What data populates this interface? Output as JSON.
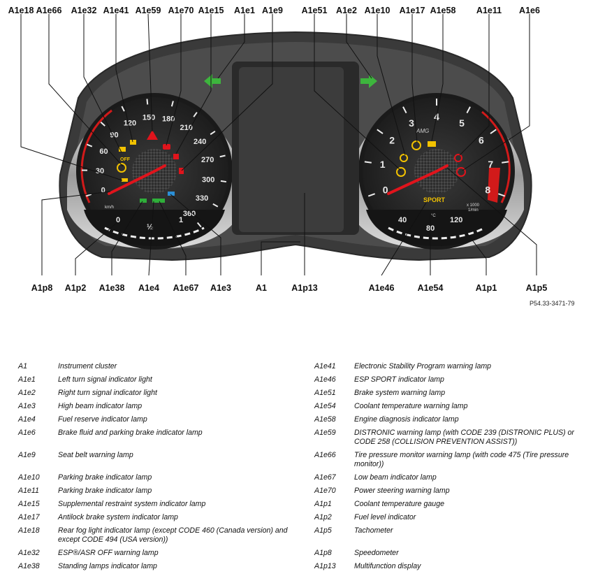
{
  "figure_ref": "P54.33-3471-79",
  "gauges": {
    "speedometer_ticks": [
      "0",
      "30",
      "60",
      "90",
      "120",
      "150",
      "180",
      "210",
      "240",
      "270",
      "300",
      "330",
      "360"
    ],
    "speed_unit": "km/h",
    "tachometer_ticks": [
      "0",
      "1",
      "2",
      "3",
      "4",
      "5",
      "6",
      "7",
      "8"
    ],
    "tacho_unit_line1": "x 1000",
    "tacho_unit_line2": "1/min",
    "amg_badge": "AMG",
    "fuel_gauge": {
      "empty": "0",
      "half": "½",
      "full": "1"
    },
    "coolant_gauge": {
      "low": "40",
      "mid": "80",
      "high": "120",
      "unit": "°C"
    },
    "sport_indicator": "SPORT",
    "esp_off_indicator": "OFF"
  },
  "callouts_top": [
    "A1e18",
    "A1e66",
    "A1e32",
    "A1e41",
    "A1e59",
    "A1e70",
    "A1e15",
    "A1e1",
    "A1e9",
    "A1e51",
    "A1e2",
    "A1e10",
    "A1e17",
    "A1e58",
    "A1e11",
    "A1e6"
  ],
  "callouts_bottom": [
    "A1p8",
    "A1p2",
    "A1e38",
    "A1e4",
    "A1e67",
    "A1e3",
    "A1",
    "A1p13",
    "A1e46",
    "A1e54",
    "A1p1",
    "A1p5"
  ],
  "legend_left": [
    {
      "code": "A1",
      "desc": "Instrument cluster"
    },
    {
      "code": "A1e1",
      "desc": "Left turn signal indicator light"
    },
    {
      "code": "A1e2",
      "desc": "Right turn signal indicator light"
    },
    {
      "code": "A1e3",
      "desc": "High beam indicator lamp"
    },
    {
      "code": "A1e4",
      "desc": "Fuel reserve indicator lamp"
    },
    {
      "code": "A1e6",
      "desc": "Brake fluid and parking brake indicator lamp"
    },
    {
      "code": "A1e9",
      "desc": "Seat belt warning lamp"
    },
    {
      "code": "A1e10",
      "desc": "Parking brake indicator lamp"
    },
    {
      "code": "A1e11",
      "desc": "Parking brake indicator lamp"
    },
    {
      "code": "A1e15",
      "desc": "Supplemental restraint system indicator lamp"
    },
    {
      "code": "A1e17",
      "desc": "Antilock brake system indicator lamp"
    },
    {
      "code": "A1e18",
      "desc": "Rear fog light indicator lamp (except CODE 460 (Canada version) and except CODE 494 (USA version))"
    },
    {
      "code": "A1e32",
      "desc": "ESP®/ASR OFF warning lamp"
    },
    {
      "code": "A1e38",
      "desc": "Standing lamps indicator lamp"
    }
  ],
  "legend_right": [
    {
      "code": "A1e41",
      "desc": "Electronic Stability Program warning lamp"
    },
    {
      "code": "A1e46",
      "desc": "ESP SPORT indicator lamp"
    },
    {
      "code": "A1e51",
      "desc": "Brake system warning lamp"
    },
    {
      "code": "A1e54",
      "desc": "Coolant temperature warning lamp"
    },
    {
      "code": "A1e58",
      "desc": "Engine diagnosis indicator lamp"
    },
    {
      "code": "A1e59",
      "desc": "DISTRONIC warning lamp (with CODE 239 (DISTRONIC PLUS) or CODE 258 (COLLISION PREVENTION ASSIST))"
    },
    {
      "code": "A1e66",
      "desc": "Tire pressure monitor warning lamp (with code 475 (Tire pressure monitor))"
    },
    {
      "code": "A1e67",
      "desc": "Low beam indicator lamp"
    },
    {
      "code": "A1e70",
      "desc": "Power steering warning lamp"
    },
    {
      "code": "A1p1",
      "desc": "Coolant temperature gauge"
    },
    {
      "code": "A1p2",
      "desc": "Fuel level indicator"
    },
    {
      "code": "A1p5",
      "desc": "Tachometer"
    },
    {
      "code": "A1p8",
      "desc": "Speedometer"
    },
    {
      "code": "A1p13",
      "desc": "Multifunction display"
    }
  ],
  "colors": {
    "needle": "#e0141c",
    "redzone": "#d21a1a",
    "turn_arrow": "#3db53d",
    "warning_yellow": "#f2c200",
    "warning_red": "#e0141c",
    "indicator_green": "#2fae3a",
    "indicator_blue": "#2b8fd6",
    "display": "#3c3c3c"
  }
}
